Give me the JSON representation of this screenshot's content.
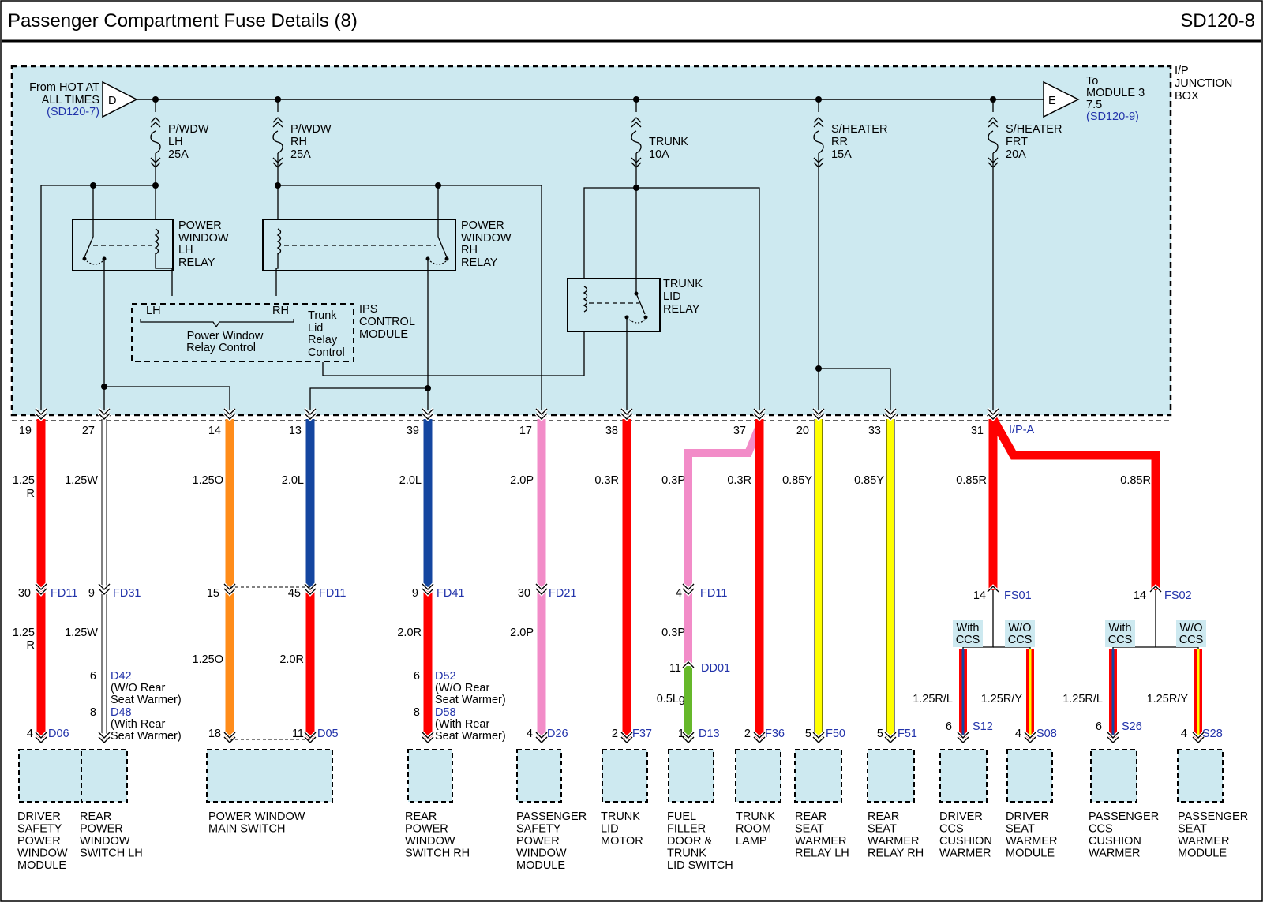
{
  "header": {
    "title": "Passenger Compartment Fuse Details (8)",
    "code": "SD120-8"
  },
  "colors": {
    "box_fill": "#cde9f0",
    "R": "#ff0000",
    "O": "#ff8c1a",
    "L": "#1446a0",
    "P": "#f28cc8",
    "Y": "#ffff00",
    "Lg": "#66b82a",
    "W": "#ffffff",
    "ref_blue": "#2233aa"
  },
  "junction_box": {
    "label": [
      "I/P",
      "JUNCTION",
      "BOX"
    ],
    "connector": "I/P-A"
  },
  "source_in": {
    "letter": "D",
    "text": [
      "From HOT AT",
      "ALL TIMES"
    ],
    "ref": "(SD120-7)"
  },
  "source_out": {
    "letter": "E",
    "text": [
      "To",
      "MODULE 3",
      "7.5"
    ],
    "ref": "(SD120-9)"
  },
  "fuses": [
    {
      "name": [
        "P/WDW",
        "LH",
        "25A"
      ]
    },
    {
      "name": [
        "P/WDW",
        "RH",
        "25A"
      ]
    },
    {
      "name": [
        "TRUNK",
        "10A"
      ]
    },
    {
      "name": [
        "S/HEATER",
        "RR",
        "15A"
      ]
    },
    {
      "name": [
        "S/HEATER",
        "FRT",
        "20A"
      ]
    }
  ],
  "relays": {
    "lh": [
      "POWER",
      "WINDOW",
      "LH",
      "RELAY"
    ],
    "rh": [
      "POWER",
      "WINDOW",
      "RH",
      "RELAY"
    ],
    "trunk": [
      "TRUNK",
      "LID",
      "RELAY"
    ]
  },
  "ips_module": {
    "label": [
      "IPS",
      "CONTROL",
      "MODULE"
    ],
    "lh": "LH",
    "rh": "RH",
    "pw_control": [
      "Power Window",
      "Relay Control"
    ],
    "trunk_control": [
      "Trunk",
      "Lid",
      "Relay",
      "Control"
    ]
  },
  "pins_top": [
    "19",
    "27",
    "14",
    "13",
    "39",
    "17",
    "38",
    "37",
    "20",
    "33",
    "31"
  ],
  "wires": {
    "c1": [
      "1.25",
      "R"
    ],
    "c1b": [
      "1.25",
      "R"
    ],
    "c2": "1.25W",
    "c2b": "1.25W",
    "c3": "1.25O",
    "c3b": "1.25O",
    "c4": "2.0L",
    "c4b": "2.0R",
    "c5": "2.0L",
    "c5b": "2.0R",
    "c6": "2.0P",
    "c6b": "2.0P",
    "c7": "0.3R",
    "c8a": "0.3P",
    "c8b": "0.3P",
    "c8c": "0.5Lg",
    "c9": "0.3R",
    "c10": "0.85Y",
    "c11": "0.85Y",
    "c12": "0.85R",
    "c13": "0.85R",
    "s1": "1.25R/L",
    "s2": "1.25R/Y",
    "s3": "1.25R/L",
    "s4": "1.25R/Y"
  },
  "mid_connectors": [
    {
      "pin": "30",
      "ref": "FD11"
    },
    {
      "pin": "9",
      "ref": "FD31"
    },
    {
      "pin": "15",
      "ref": ""
    },
    {
      "pin": "45",
      "ref": "FD11"
    },
    {
      "pin": "9",
      "ref": "FD41"
    },
    {
      "pin": "30",
      "ref": "FD21"
    },
    {
      "pin": "4",
      "ref": "FD11"
    },
    {
      "pin": "11",
      "ref": "DD01"
    },
    {
      "pin": "14",
      "ref": "FS01"
    },
    {
      "pin": "14",
      "ref": "FS02"
    }
  ],
  "ccs_options": {
    "with": [
      "With",
      "CCS"
    ],
    "without": [
      "W/O",
      "CCS"
    ]
  },
  "rear_notes": {
    "lh": {
      "pin1": "6",
      "ref1": "D42",
      "note1": [
        "(W/O Rear",
        "Seat Warmer)"
      ],
      "pin2": "8",
      "ref2": "D48",
      "note2": [
        "(With Rear",
        "Seat Warmer)"
      ]
    },
    "rh": {
      "pin1": "6",
      "ref1": "D52",
      "note1": [
        "(W/O Rear",
        "Seat Warmer)"
      ],
      "pin2": "8",
      "ref2": "D58",
      "note2": [
        "(With Rear",
        "Seat Warmer)"
      ]
    }
  },
  "bottom_connectors": [
    {
      "pin": "4",
      "ref": "D06"
    },
    {
      "pin": "18",
      "ref": ""
    },
    {
      "pin": "11",
      "ref": "D05"
    },
    {
      "pin": "4",
      "ref": "D26"
    },
    {
      "pin": "2",
      "ref": "F37"
    },
    {
      "pin": "1",
      "ref": "D13"
    },
    {
      "pin": "2",
      "ref": "F36"
    },
    {
      "pin": "5",
      "ref": "F50"
    },
    {
      "pin": "5",
      "ref": "F51"
    },
    {
      "pin": "6",
      "ref": "S12"
    },
    {
      "pin": "4",
      "ref": "S08"
    },
    {
      "pin": "6",
      "ref": "S26"
    },
    {
      "pin": "4",
      "ref": "S28"
    }
  ],
  "components": [
    [
      "DRIVER",
      "SAFETY",
      "POWER",
      "WINDOW",
      "MODULE"
    ],
    [
      "REAR",
      "POWER",
      "WINDOW",
      "SWITCH LH"
    ],
    [
      "POWER WINDOW",
      "MAIN SWITCH"
    ],
    [
      "REAR",
      "POWER",
      "WINDOW",
      "SWITCH RH"
    ],
    [
      "PASSENGER",
      "SAFETY",
      "POWER",
      "WINDOW",
      "MODULE"
    ],
    [
      "TRUNK",
      "LID",
      "MOTOR"
    ],
    [
      "FUEL",
      "FILLER",
      "DOOR &",
      "TRUNK",
      "LID SWITCH"
    ],
    [
      "TRUNK",
      "ROOM",
      "LAMP"
    ],
    [
      "REAR",
      "SEAT",
      "WARMER",
      "RELAY LH"
    ],
    [
      "REAR",
      "SEAT",
      "WARMER",
      "RELAY RH"
    ],
    [
      "DRIVER",
      "CCS",
      "CUSHION",
      "WARMER"
    ],
    [
      "DRIVER",
      "SEAT",
      "WARMER",
      "MODULE"
    ],
    [
      "PASSENGER",
      "CCS",
      "CUSHION",
      "WARMER"
    ],
    [
      "PASSENGER",
      "SEAT",
      "WARMER",
      "MODULE"
    ]
  ]
}
